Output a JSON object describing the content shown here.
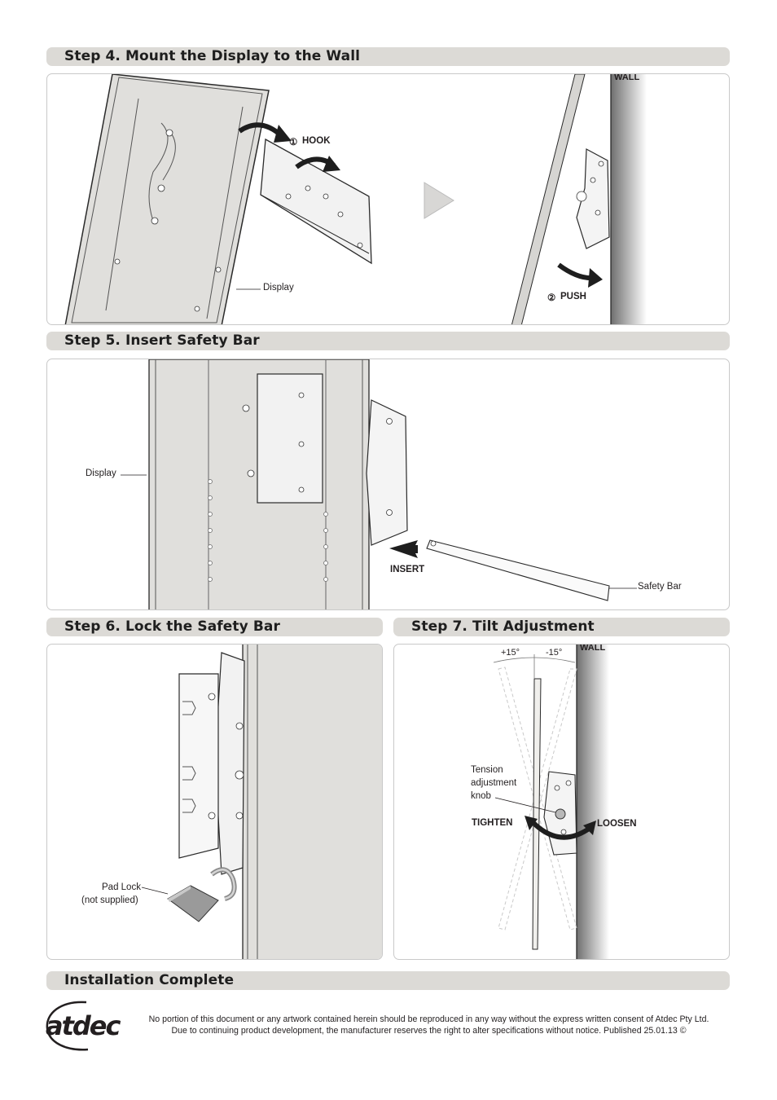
{
  "step4": {
    "title": "Step 4. Mount the Display to the Wall",
    "hook_label": "HOOK",
    "hook_num": "①",
    "push_label": "PUSH",
    "push_num": "②",
    "wall_label": "WALL",
    "display_label": "Display"
  },
  "step5": {
    "title": "Step 5. Insert Safety Bar",
    "display_label": "Display",
    "insert_label": "INSERT",
    "safety_bar_label": "Safety Bar"
  },
  "step6": {
    "title": "Step 6. Lock the Safety Bar",
    "padlock_line1": "Pad Lock",
    "padlock_line2": "(not supplied)"
  },
  "step7": {
    "title": "Step 7. Tilt Adjustment",
    "wall_label": "WALL",
    "plus_angle": "+15°",
    "minus_angle": "-15°",
    "knob_line1": "Tension",
    "knob_line2": "adjustment",
    "knob_line3": "knob",
    "tighten_label": "TIGHTEN",
    "loosen_label": "LOOSEN"
  },
  "complete": {
    "title": "Installation Complete"
  },
  "footer": {
    "brand": "atdec",
    "line1": "No portion of this document or any artwork contained herein should be reproduced in any way without the express written consent of Atdec Pty Ltd.",
    "line2": "Due to continuing product development, the manufacturer reserves the right to alter specifications without notice. Published 25.01.13 ©"
  },
  "colors": {
    "header_bg": "#dcdad6",
    "panel_border": "#c9c9c9",
    "wall_gray": "#8a8a8a",
    "display_fill": "#e0dfdc",
    "arrow": "#1e1e1e"
  }
}
